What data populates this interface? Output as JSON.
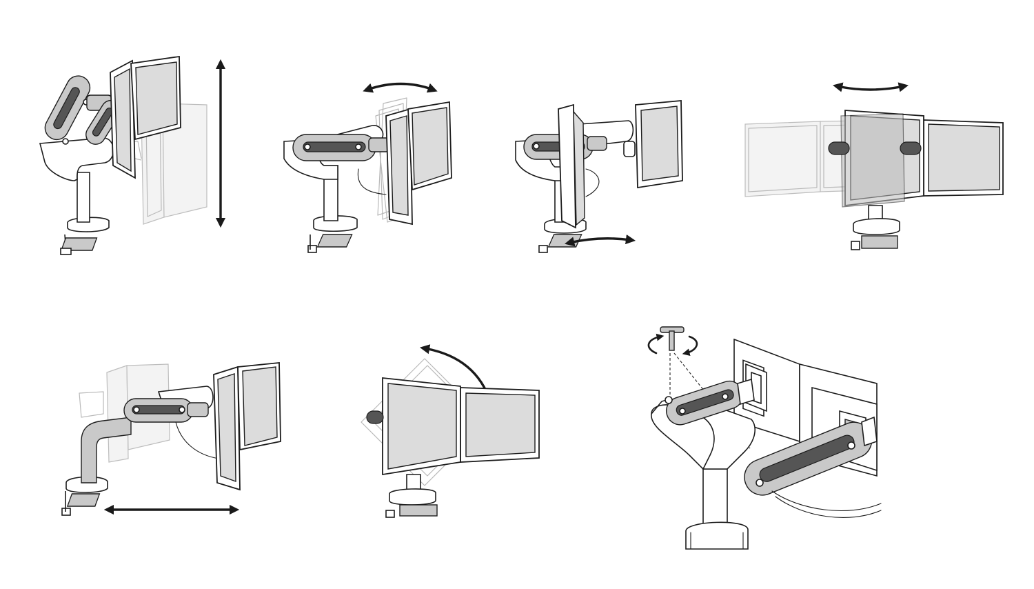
{
  "figure": {
    "panels": [
      {
        "id": "height-adjust",
        "motion": "vertical"
      },
      {
        "id": "tilt-adjust",
        "motion": "tilt"
      },
      {
        "id": "swivel-adjust",
        "motion": "swivel"
      },
      {
        "id": "pan-adjust",
        "motion": "pan"
      },
      {
        "id": "depth-adjust",
        "motion": "horizontal"
      },
      {
        "id": "rotate-adjust",
        "motion": "rotation"
      },
      {
        "id": "tension-adjust",
        "motion": "tension"
      }
    ],
    "colors": {
      "line": "#1c1c1c",
      "screen": "#dcdcdc",
      "ghost": "#b9b9b9",
      "arrow": "#1a1a1a"
    }
  }
}
